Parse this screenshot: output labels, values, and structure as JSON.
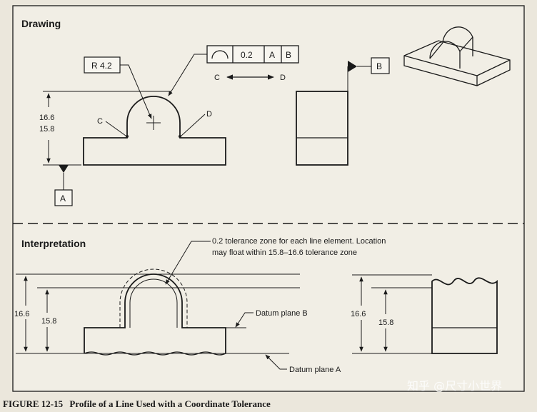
{
  "drawing": {
    "title": "Drawing",
    "radius_label": "R 4.2",
    "fcf": {
      "symbol": "profile-of-a-line-icon",
      "tolerance": "0.2",
      "datum1": "A",
      "datum2": "B"
    },
    "c_label": "C",
    "d_label": "D",
    "dim_upper": "16.6",
    "dim_lower": "15.8",
    "datum_a": "A",
    "datum_b": "B",
    "arrow_left": "C",
    "arrow_right": "D"
  },
  "interpretation": {
    "title": "Interpretation",
    "note_line1": "0.2 tolerance zone for each line element.  Location",
    "note_line2": "may float within 15.8–16.6 tolerance zone",
    "dim_outer": "16.6",
    "dim_inner": "15.8",
    "datum_plane_b": "Datum plane B",
    "datum_plane_a": "Datum plane A",
    "side_dim_outer": "16.6",
    "side_dim_inner": "15.8"
  },
  "caption": {
    "figure_no": "FIGURE 12-15",
    "text": "Profile of a Line Used with a Coordinate Tolerance"
  },
  "watermark": "知乎 @尺寸小世界",
  "colors": {
    "paper": "#ebe7dc",
    "ink": "#1a1a1a"
  }
}
